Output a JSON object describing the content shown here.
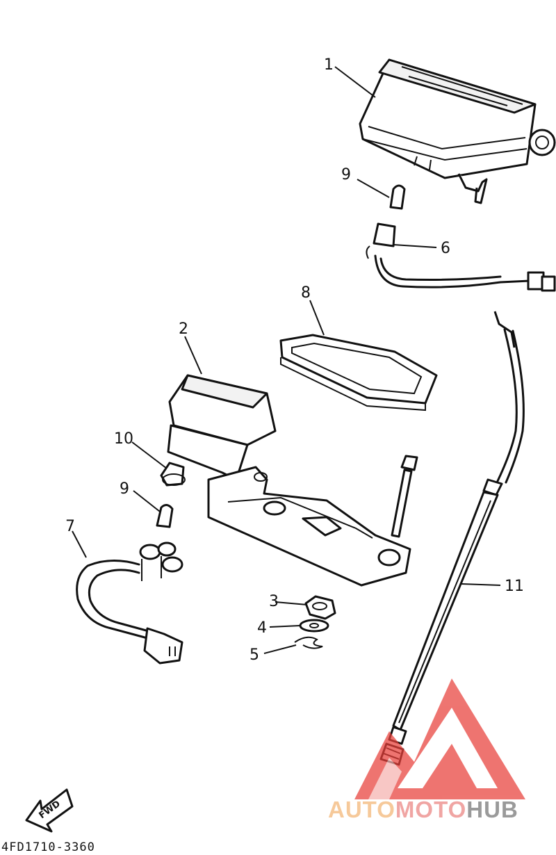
{
  "diagram": {
    "callouts": [
      "1",
      "2",
      "3",
      "4",
      "5",
      "6",
      "7",
      "8",
      "9",
      "9",
      "10",
      "11"
    ],
    "fwd_label": "FWD",
    "drawing_code": "4FD1710-3360"
  },
  "watermark": {
    "part1": "AUTO",
    "part2": "MOTO",
    "part3": "HUB",
    "colors": {
      "triangle": "#e8403a",
      "auto": "#f6c99a",
      "moto": "#f0a5a3",
      "hub": "#9a9a9a"
    }
  }
}
